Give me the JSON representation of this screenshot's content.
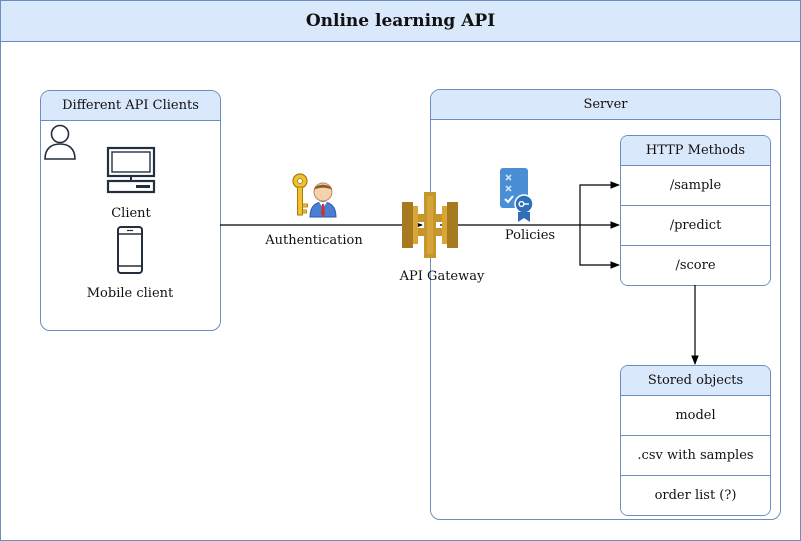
{
  "title": "Online learning API",
  "clients": {
    "header": "Different API Clients",
    "client_label": "Client",
    "mobile_label": "Mobile client",
    "icons": [
      "user-icon",
      "desktop-icon",
      "mobile-phone-icon"
    ]
  },
  "authentication_label": "Authentication",
  "gateway_label": "API Gateway",
  "policies_label": "Policies",
  "server": {
    "header": "Server",
    "http_methods": {
      "header": "HTTP Methods",
      "items": [
        "/sample",
        "/predict",
        "/score"
      ]
    },
    "stored_objects": {
      "header": "Stored objects",
      "items": [
        "model",
        ".csv with samples",
        "order list (?)"
      ]
    }
  },
  "colors": {
    "header_fill": "#dae8fc",
    "border": "#6c8ebf",
    "gateway": "#c7962a",
    "policies": "#4a90d9"
  }
}
